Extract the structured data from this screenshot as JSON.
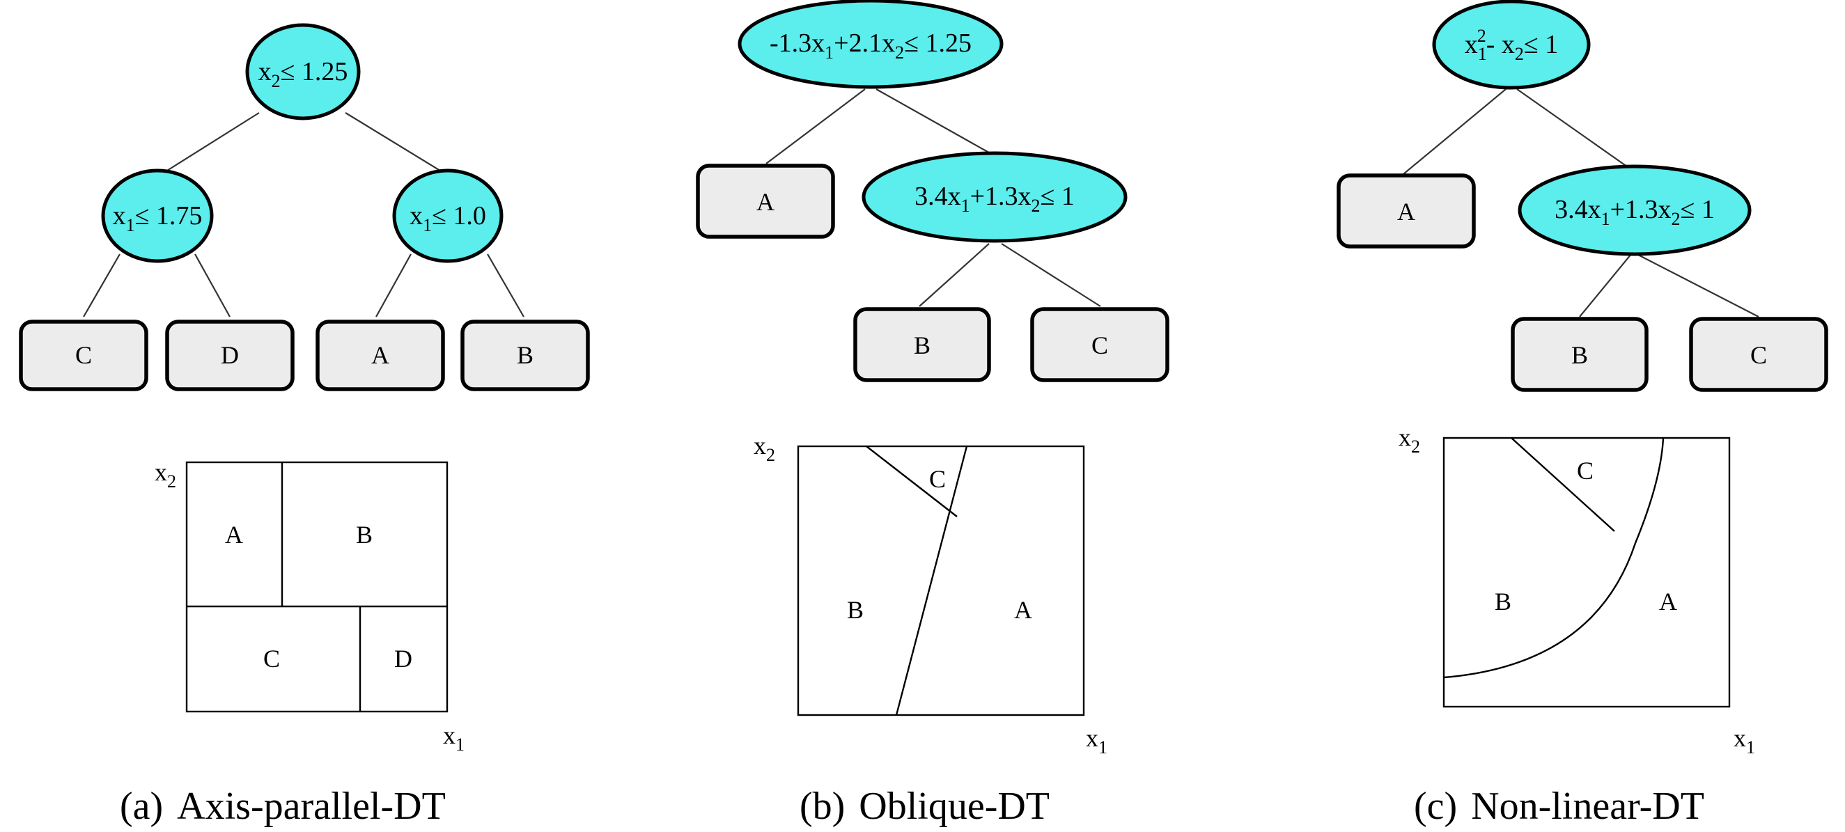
{
  "panel_a": {
    "tree": {
      "root": {
        "label_parts": [
          "x",
          "2",
          "≤ 1.25"
        ]
      },
      "left": {
        "label_parts": [
          "x",
          "1",
          "≤ 1.75"
        ]
      },
      "right": {
        "label_parts": [
          "x",
          "1",
          "≤ 1.0"
        ]
      },
      "leaves": [
        "C",
        "D",
        "A",
        "B"
      ]
    },
    "regions": [
      "A",
      "B",
      "C",
      "D"
    ],
    "axis_x": {
      "var": "x",
      "sub": "1"
    },
    "axis_y": {
      "var": "x",
      "sub": "2"
    },
    "caption_tag": "(a)",
    "caption_text": "Axis-parallel-DT"
  },
  "panel_b": {
    "tree": {
      "root": {
        "label_parts": [
          "-1.3x",
          "1",
          "+2.1x",
          "2",
          "≤ 1.25"
        ]
      },
      "child": {
        "label_parts": [
          "3.4x",
          "1",
          "+1.3x",
          "2",
          "≤ 1"
        ]
      },
      "leaves": [
        "A",
        "B",
        "C"
      ]
    },
    "regions": [
      "C",
      "B",
      "A"
    ],
    "axis_x": {
      "var": "x",
      "sub": "1"
    },
    "axis_y": {
      "var": "x",
      "sub": "2"
    },
    "caption_tag": "(b)",
    "caption_text": "Oblique-DT"
  },
  "panel_c": {
    "tree": {
      "root": {
        "label_parts": [
          "x",
          "1",
          "2",
          "- x",
          "2",
          "≤ 1"
        ]
      },
      "child": {
        "label_parts": [
          "3.4x",
          "1",
          "+1.3x",
          "2",
          "≤ 1"
        ]
      },
      "leaves": [
        "A",
        "B",
        "C"
      ]
    },
    "regions": [
      "C",
      "B",
      "A"
    ],
    "axis_x": {
      "var": "x",
      "sub": "1"
    },
    "axis_y": {
      "var": "x",
      "sub": "2"
    },
    "caption_tag": "(c)",
    "caption_text": "Non-linear-DT"
  },
  "colors": {
    "decision_node_fill": "#5ceded",
    "leaf_fill": "#ececec",
    "line": "#000000"
  }
}
